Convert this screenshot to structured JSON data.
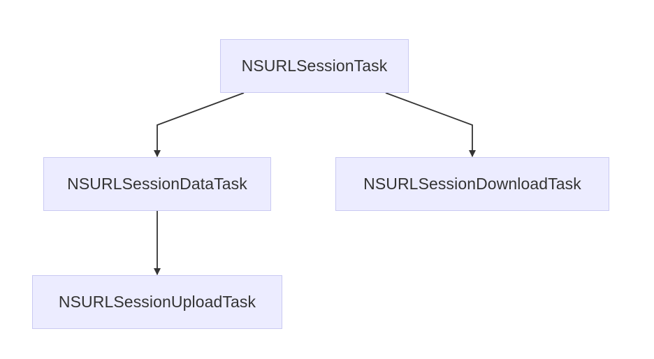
{
  "diagram": {
    "type": "flowchart",
    "colors": {
      "node_fill": "#ECECFF",
      "node_border": "#C9C9F2",
      "edge": "#333333",
      "text": "#333333"
    },
    "nodes": {
      "root": {
        "label": "NSURLSessionTask"
      },
      "data": {
        "label": "NSURLSessionDataTask"
      },
      "download": {
        "label": "NSURLSessionDownloadTask"
      },
      "upload": {
        "label": "NSURLSessionUploadTask"
      }
    },
    "edges": [
      {
        "from": "NSURLSessionTask",
        "to": "NSURLSessionDataTask"
      },
      {
        "from": "NSURLSessionTask",
        "to": "NSURLSessionDownloadTask"
      },
      {
        "from": "NSURLSessionDataTask",
        "to": "NSURLSessionUploadTask"
      }
    ]
  }
}
